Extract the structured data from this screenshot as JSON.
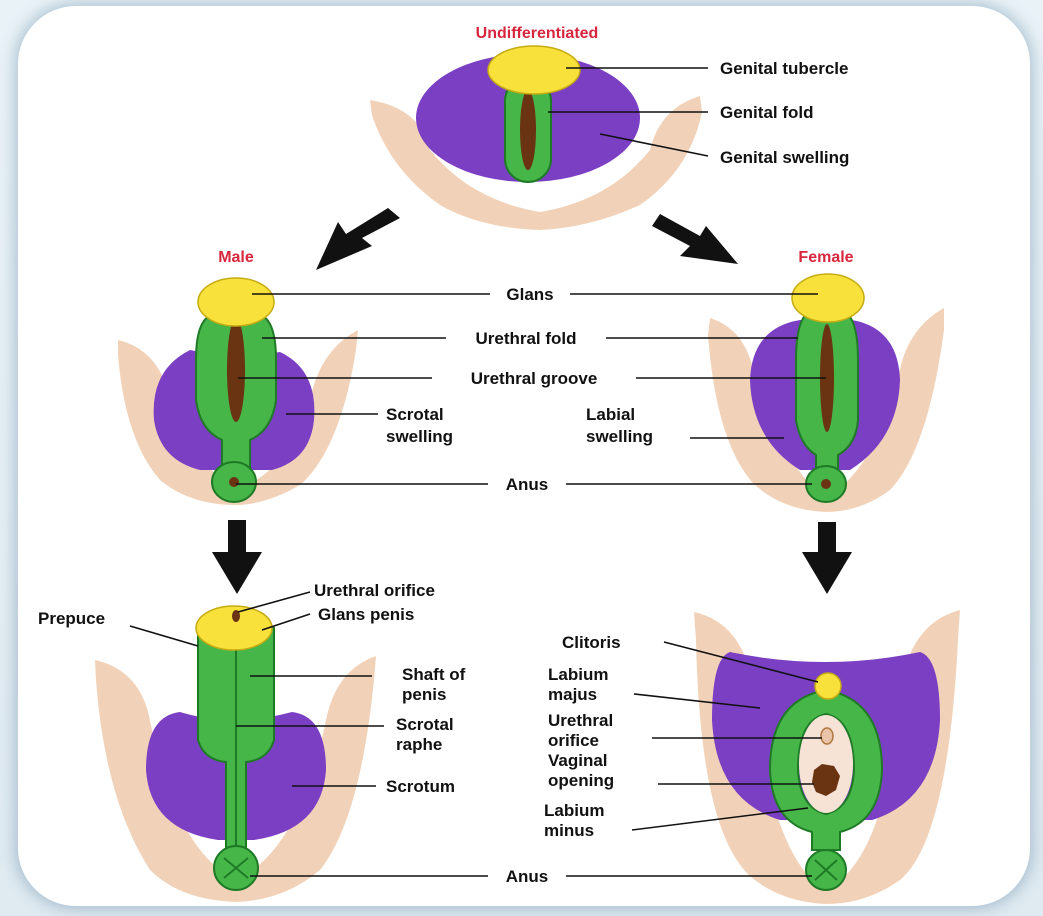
{
  "headings": {
    "undifferentiated": "Undifferentiated",
    "male": "Male",
    "female": "Female"
  },
  "labels": {
    "genital_tubercle": "Genital tubercle",
    "genital_fold": "Genital fold",
    "genital_swelling": "Genital swelling",
    "glans": "Glans",
    "urethral_fold": "Urethral fold",
    "urethral_groove": "Urethral groove",
    "scrotal_swelling": [
      "Scrotal",
      "swelling"
    ],
    "labial_swelling": [
      "Labial",
      "swelling"
    ],
    "anus_mid": "Anus",
    "urethral_orifice_male": "Urethral orifice",
    "glans_penis": "Glans penis",
    "prepuce": "Prepuce",
    "shaft_of_penis": [
      "Shaft of",
      "penis"
    ],
    "scrotal_raphe": [
      "Scrotal",
      "raphe"
    ],
    "scrotum": "Scrotum",
    "clitoris": "Clitoris",
    "labium_majus": [
      "Labium",
      "majus"
    ],
    "urethral_orifice_female": [
      "Urethral",
      "orifice"
    ],
    "vaginal_opening": [
      "Vaginal",
      "opening"
    ],
    "labium_minus": [
      "Labium",
      "minus"
    ],
    "anus_bottom": "Anus"
  },
  "colors": {
    "heading": "#d7263d",
    "skin": "#f1d2b8",
    "swelling": "#7b3fc4",
    "fold": "#46b649",
    "tubercle": "#f7e13a",
    "groove": "#6a3413"
  }
}
